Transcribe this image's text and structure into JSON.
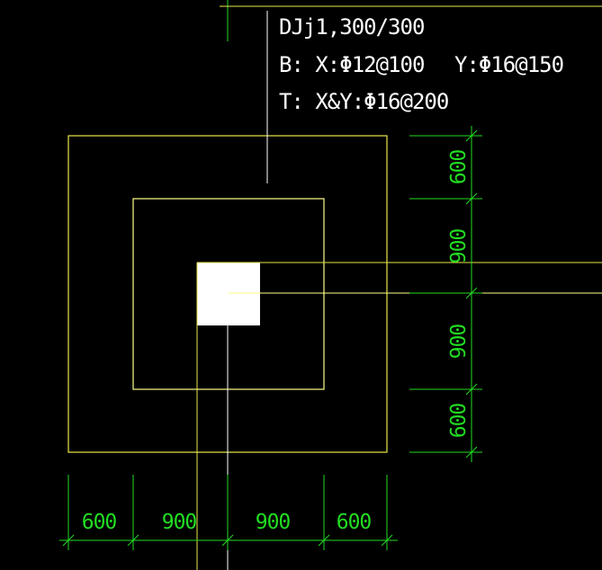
{
  "annotation": {
    "line1": "DJj1,300/300",
    "line2_prefix": "B:  X:Φ12@100",
    "line2_suffix": "Y:Φ16@150",
    "line3": "T:  X&Y:Φ16@200"
  },
  "dimensions": {
    "right": [
      "600",
      "900",
      "900",
      "600"
    ],
    "bottom": [
      "600",
      "900",
      "900",
      "600"
    ]
  },
  "colors": {
    "background": "#000000",
    "footing_outline": "#e8e84a",
    "dimension": "#22dd22",
    "leader": "#ffffff",
    "column_fill": "#ffffff",
    "axis_line": "#e8e84a"
  }
}
